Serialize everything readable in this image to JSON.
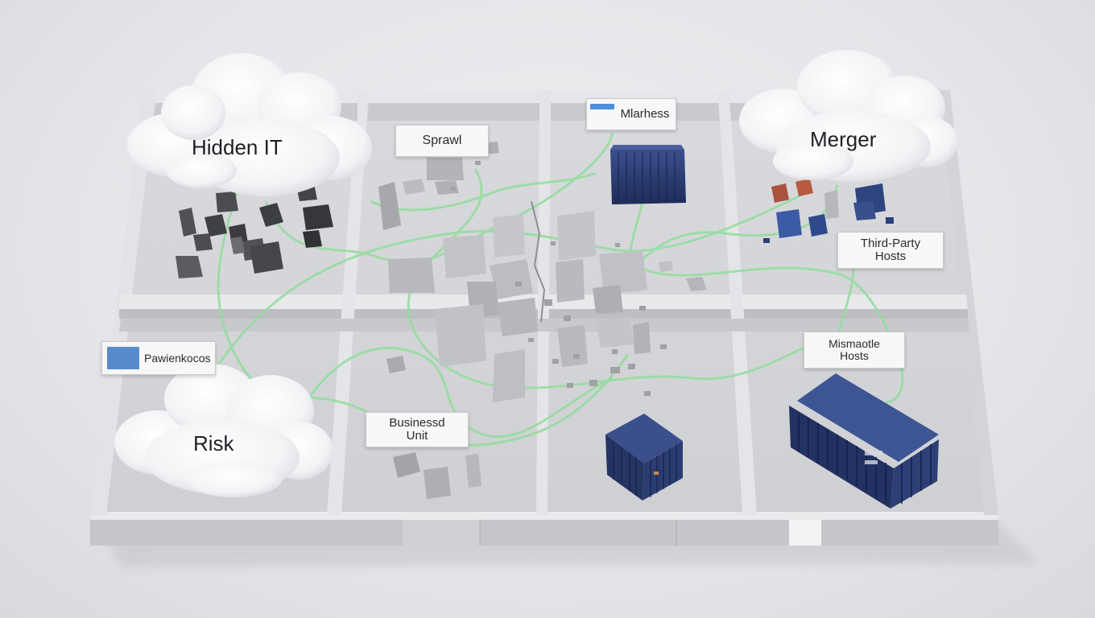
{
  "scene": {
    "clouds": [
      {
        "id": "hidden-it",
        "label": "Hidden IT"
      },
      {
        "id": "merger",
        "label": "Merger"
      },
      {
        "id": "risk",
        "label": "Risk"
      }
    ],
    "signs": {
      "sprawl": "Sprawl",
      "madness": "Mlarhess",
      "third_party": [
        "Third-Party",
        "Hosts"
      ],
      "paperwork": "Pawienkocos",
      "mismatch": [
        "Mismaotle",
        "Hosts"
      ],
      "business_unit": [
        "Businessd",
        "Unit"
      ]
    },
    "colors": {
      "floor": "#d6d7da",
      "wall_top": "#e6e7ea",
      "wall_side": "#bdbec2",
      "container_blue": "#2b3f78",
      "cable_green": "#8fd89a",
      "rubble": "#b9babd",
      "dark_block": "#55575c"
    }
  }
}
